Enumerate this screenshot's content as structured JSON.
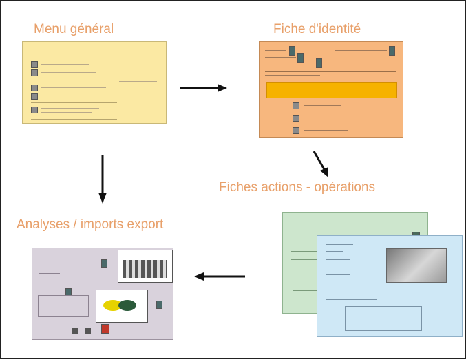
{
  "titles": {
    "menu": "Menu général",
    "fiche": "Fiche d'identité",
    "actions": "Fiches actions - opérations",
    "analyses": "Analyses / imports export"
  },
  "colors": {
    "title": "#e8a06a",
    "menu_card": "#fbe9a3",
    "fiche_card": "#f7b77e",
    "fiche_highlight": "#f6b200",
    "actions_green": "#cde6cd",
    "actions_blue": "#cfe8f6",
    "analyses_card": "#d9d2dc"
  },
  "icons": {
    "arrow_right": "arrow-right-icon",
    "arrow_down": "arrow-down-icon",
    "arrow_down_right": "arrow-down-right-icon",
    "arrow_left": "arrow-left-icon"
  }
}
